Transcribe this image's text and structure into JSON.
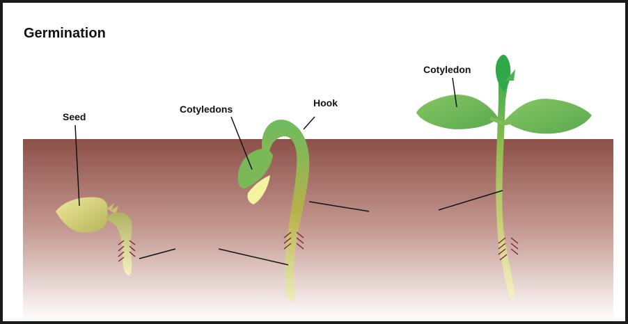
{
  "title": "Germination",
  "labels": {
    "seed": "Seed",
    "cotyledons": "Cotyledons",
    "hook": "Hook",
    "cotyledon": "Cotyledon"
  },
  "colors": {
    "soil_top": "#8c5048",
    "soil_bottom": "#ffffff",
    "leaf_green": "#7bbf5a",
    "stem_yellow": "#e8eab0",
    "root_hair": "#7a1e2a"
  }
}
